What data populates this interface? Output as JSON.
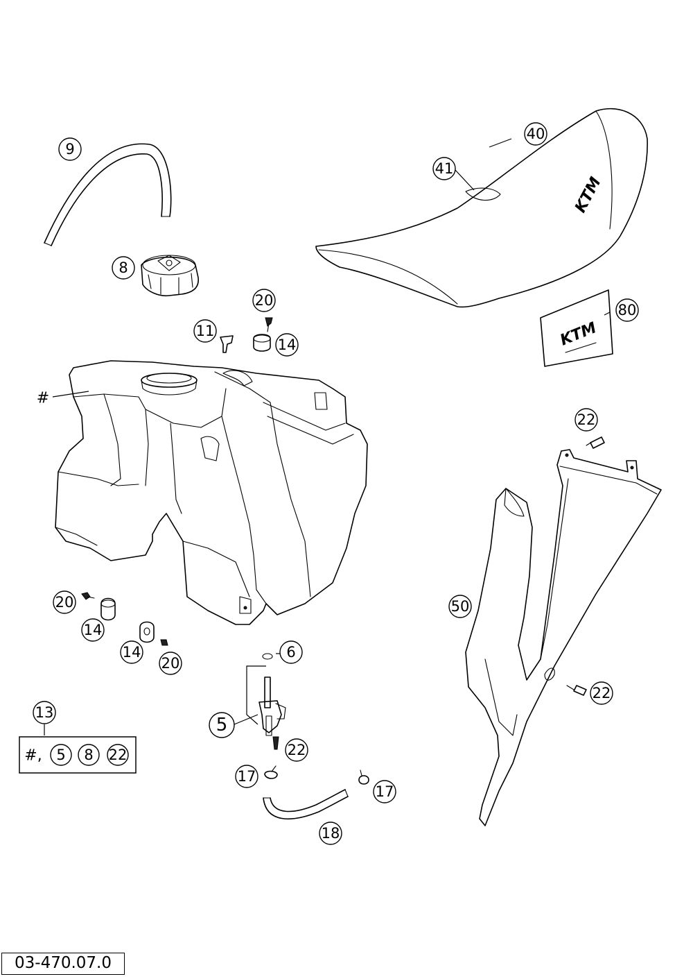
{
  "diagram": {
    "callouts": {
      "c9": "9",
      "c8": "8",
      "c40": "40",
      "c41": "41",
      "c80": "80",
      "c20a": "20",
      "c11": "11",
      "c14a": "14",
      "c_hash": "#",
      "c22a": "22",
      "c50": "50",
      "c20b": "20",
      "c14b": "14",
      "c14c": "14",
      "c20c": "20",
      "c6": "6",
      "c5": "5",
      "c13": "13",
      "c22b": "22",
      "c22c": "22",
      "c17a": "17",
      "c17b": "17",
      "c18": "18"
    },
    "kit": {
      "hash_prefix": "#,",
      "items": [
        "5",
        "8",
        "22"
      ]
    },
    "seat_logo": "KTM",
    "decal_logo": "KTM",
    "drawing_number": "03-470.07.0"
  }
}
